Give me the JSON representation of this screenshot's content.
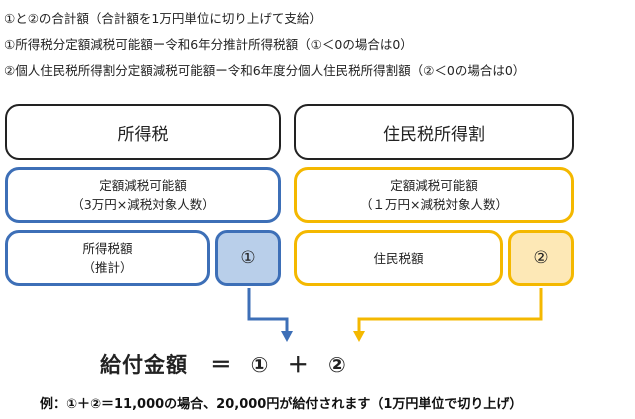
{
  "notes": [
    "①と②の合計額（合計額を1万円単位に切り上げて支給）",
    "①所得税分定額減税可能額ー令和6年分推計所得税額（①＜0の場合は0）",
    "②個人住民税所得割分定額減税可能額ー令和6年度分個人住民税所得割額（②＜0の場合は0）"
  ],
  "income_tax": {
    "header": "所得税",
    "deduction_line1": "定額減税可能額",
    "deduction_line2": "（3万円×減税対象人数）",
    "amount_line1": "所得税額",
    "amount_line2": "（推計）",
    "result": "①"
  },
  "resident_tax": {
    "header": "住民税所得割",
    "deduction_line1": "定額減税可能額",
    "deduction_line2": "（１万円×減税対象人数）",
    "amount": "住民税額",
    "result": "②"
  },
  "formula": {
    "label": "給付金額",
    "equals": "＝",
    "term1": "①",
    "plus": "＋",
    "term2": "②"
  },
  "example": "例：①＋②＝11,000の場合、20,000円が給付されます（1万円単位で切り上げ）",
  "colors": {
    "blue": "#3d6fb7",
    "blue_fill": "#b9cfea",
    "yellow": "#f4b800",
    "yellow_fill": "#fde8b6"
  }
}
